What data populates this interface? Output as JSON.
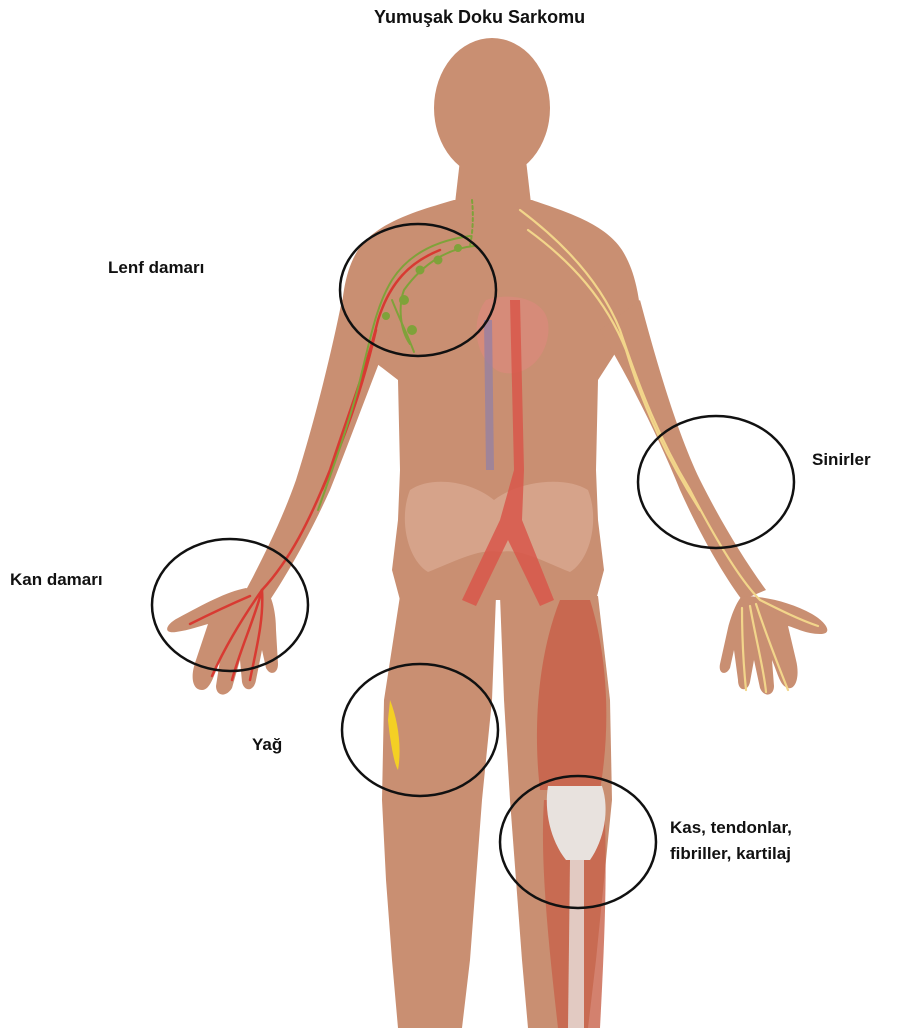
{
  "title": "Yumuşak Doku Sarkomu",
  "labels": {
    "lymph": "Lenf damarı",
    "nerves": "Sinirler",
    "blood": "Kan damarı",
    "fat": "Yağ",
    "muscle_line1": "Kas, tendonlar,",
    "muscle_line2": "fibriller, kartilaj"
  },
  "colors": {
    "skin": "#c98f72",
    "skin_dark": "#b97b60",
    "artery": "#d83a32",
    "lymph": "#7fa23a",
    "nerve": "#f2d58a",
    "fat": "#f4d024",
    "muscle": "#c8614a",
    "tendon": "#e8e2de",
    "circle": "#111111"
  }
}
